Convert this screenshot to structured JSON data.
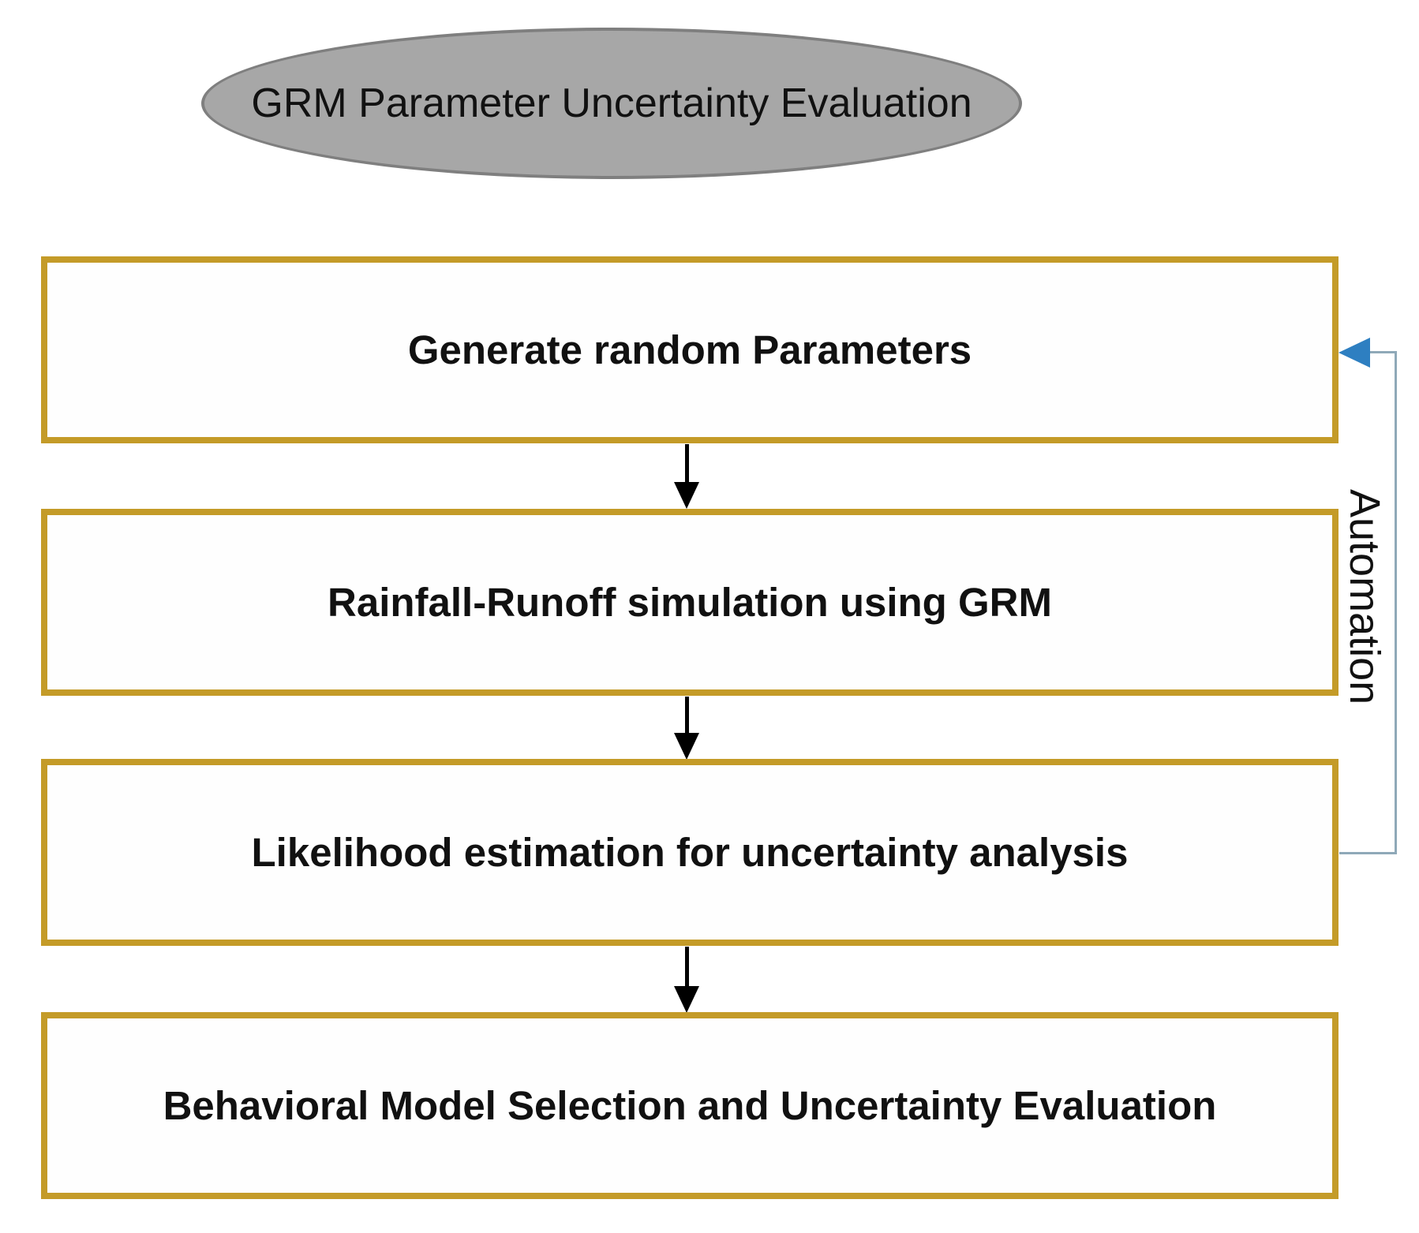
{
  "flowchart": {
    "title": "GRM Parameter Uncertainty Evaluation",
    "steps": [
      {
        "label": "Generate random Parameters"
      },
      {
        "label": "Rainfall-Runoff simulation using GRM"
      },
      {
        "label": "Likelihood estimation for uncertainty analysis"
      },
      {
        "label": "Behavioral Model Selection and Uncertainty Evaluation"
      }
    ],
    "loop_label": "Automation",
    "colors": {
      "box_border": "#C49B28",
      "ellipse_fill": "#A7A7A7",
      "ellipse_border": "#7F7F7F",
      "text": "#111111",
      "flow_arrow": "#000000",
      "loop_line": "#8FA9B8",
      "loop_arrowhead": "#2E7FC1",
      "background": "#FFFFFF"
    }
  }
}
